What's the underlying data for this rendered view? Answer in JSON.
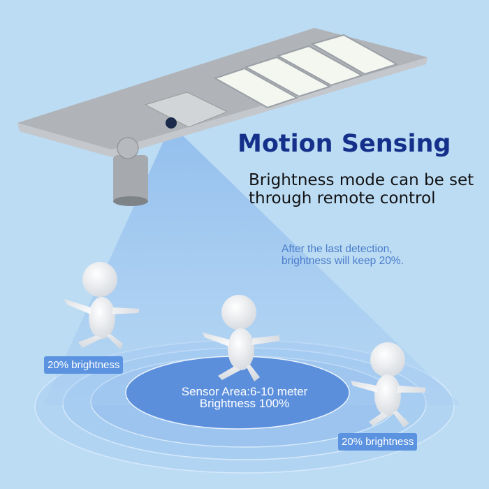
{
  "headline": "Motion Sensing",
  "subtitle": [
    "Brightness mode can be set",
    "through remote control"
  ],
  "note": [
    "After the last detection,",
    "brightness will keep 20%."
  ],
  "zone_center": [
    "Sensor Area:6-10 meter",
    "Brightness 100%"
  ],
  "badges": [
    "20% brightness",
    "20% brightness"
  ],
  "colors": {
    "background": "#bcdcf4",
    "headline": "#15308a",
    "badge": "#5b93e0",
    "center_zone": "#5b8fdc"
  }
}
